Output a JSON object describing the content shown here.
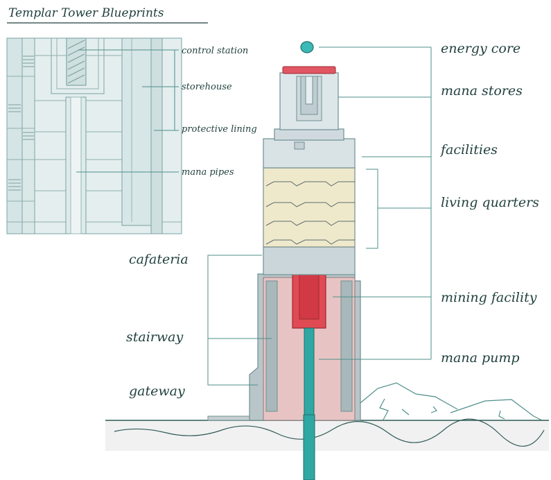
{
  "title": "Templar Tower Blueprints",
  "blueprint_labels": {
    "control_station": "control station",
    "storehouse": "storehouse",
    "protective_lining": "protective lining",
    "mana_pipes": "mana pipes"
  },
  "right_labels": {
    "energy_core": "energy core",
    "mana_stores": "mana stores",
    "facilities": "facilities",
    "living_quarters": "living quarters",
    "mining_facility": "mining facility",
    "mana_pump": "mana pump"
  },
  "left_labels": {
    "cafeteria": "cafateria",
    "stairway": "stairway",
    "gateway": "gateway"
  },
  "colors": {
    "ink": "#1f3f3c",
    "leader": "#4d8f8a",
    "tower_light": "#dde7ea",
    "tower_mid": "#c7d3d7",
    "living": "#efe9cc",
    "mining": "#e7c4c3",
    "pump_red": "#e04a52",
    "core_teal": "#3ab9b6",
    "pipe_teal": "#2fa7a3",
    "blueprint_bg": "#e4eeee"
  }
}
